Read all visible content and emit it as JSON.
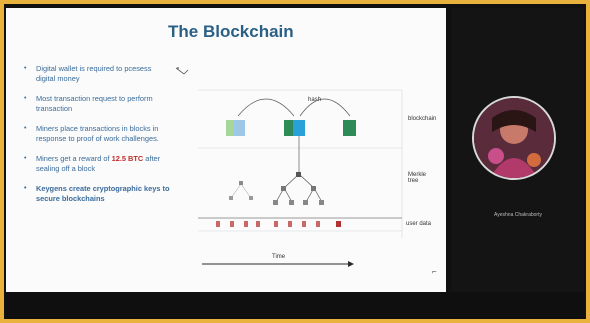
{
  "slide": {
    "title": "The Blockchain",
    "bullets": [
      {
        "text": "Digital wallet is required to pcesess digital money"
      },
      {
        "text": "Most transaction request to perform transaction"
      },
      {
        "text": "Miners place transactions in blocks in response to proof of work challenges."
      },
      {
        "text_before": "Miners get a reward of ",
        "highlight": "12.5 BTC",
        "text_after": " after sealing off a block"
      },
      {
        "text": "Keygens create cryptographic keys to secure blockchains"
      }
    ],
    "diagram": {
      "hash_label": "hash",
      "blockchain_label": "blockchain",
      "merkle_label": "Merkle tree",
      "userdata_label": "user data",
      "time_label": "Time"
    }
  },
  "participant": {
    "name": "Ayeshna Chakraborty"
  },
  "colors": {
    "title": "#2a5f86",
    "bullet_text": "#3a6c9b",
    "highlight": "#c22a2a",
    "block_green": "#2e8b57",
    "block_blue": "#29a0d8",
    "block_light_green": "#a8d59a",
    "background_border": "#e9b23d"
  },
  "icons": {
    "bullet": "bullet-dot",
    "logo": "mining-logo-icon"
  }
}
